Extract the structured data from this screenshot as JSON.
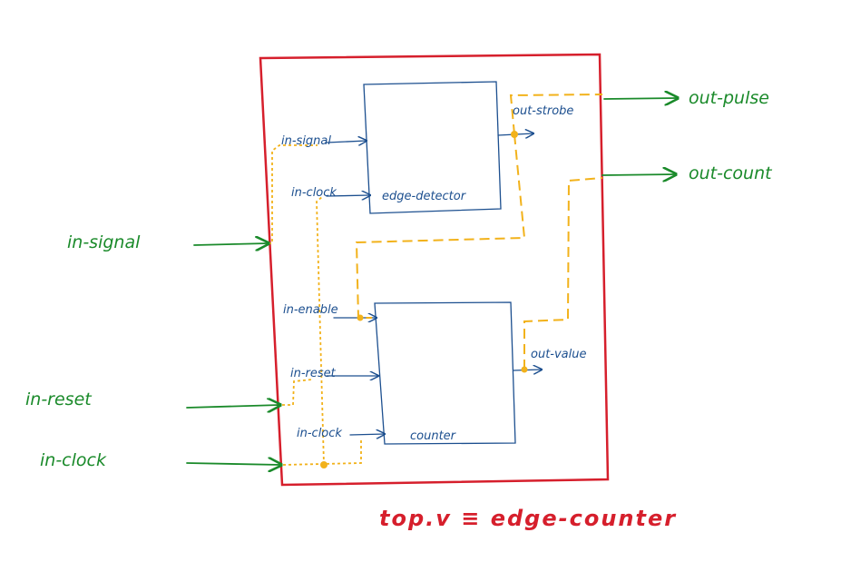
{
  "top_module": {
    "label": "top.v ≡ edge-counter"
  },
  "top_inputs": {
    "in_signal": "in-signal",
    "in_reset": "in-reset",
    "in_clock": "in-clock"
  },
  "top_outputs": {
    "out_pulse": "out-pulse",
    "out_count": "out-count"
  },
  "edge_detector": {
    "name": "edge-detector",
    "ports": {
      "in_signal": "in-signal",
      "in_clock": "in-clock",
      "out_strobe": "out-strobe"
    }
  },
  "counter": {
    "name": "counter",
    "ports": {
      "in_enable": "in-enable",
      "in_reset": "in-reset",
      "in_clock": "in-clock",
      "out_value": "out-value"
    }
  },
  "colors": {
    "top_border": "#d61f2c",
    "module_border": "#1c4f8f",
    "external_wires": "#1a8a2a",
    "internal_wires": "#f2b21b"
  }
}
